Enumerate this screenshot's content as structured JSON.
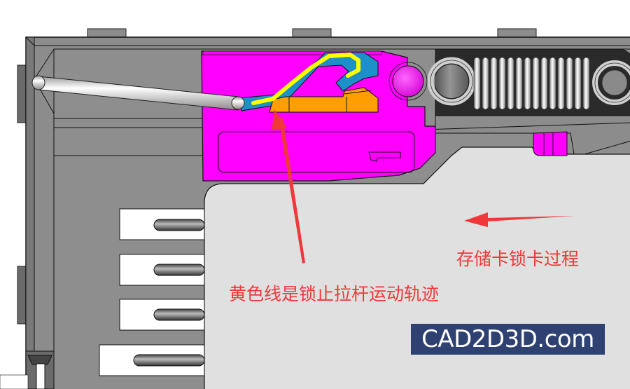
{
  "diagram": {
    "title": "存储卡锁卡过程",
    "annotations": {
      "process_label": "存储卡锁卡过程",
      "track_label": "黄色线是锁止拉杆运动轨迹"
    },
    "watermark": "CAD2D3D.com",
    "parts": [
      {
        "name": "housing",
        "color": "#8c8c8c"
      },
      {
        "name": "lock-slider",
        "color": "#ff00ff"
      },
      {
        "name": "guide-track",
        "color": "#1e90c8"
      },
      {
        "name": "lock-cam",
        "color": "#ff9e00"
      },
      {
        "name": "lock-lever-rod",
        "color": "#e8e8e8"
      },
      {
        "name": "tension-spring",
        "color": "#d8d8d8"
      },
      {
        "name": "memory-card",
        "color": "#e0e0e0"
      },
      {
        "name": "contact-pins",
        "count": 4
      }
    ],
    "motion_track_color": "#ffff00",
    "arrow_color": "#f0383a",
    "arrows": [
      {
        "name": "card-insert-direction",
        "direction": "left"
      },
      {
        "name": "track-pointer",
        "direction": "up"
      }
    ]
  }
}
